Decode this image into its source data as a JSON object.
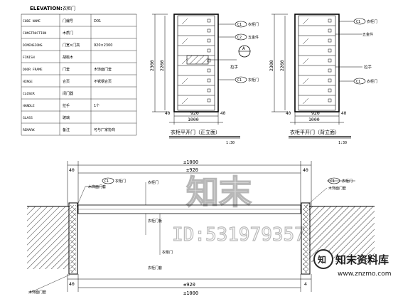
{
  "spec_table": {
    "title": "ELEVATION:",
    "title_note": "衣柜门",
    "rows": [
      {
        "label": "CODE NAME",
        "value": "门编号",
        "extra": "D01"
      },
      {
        "label": "CONSTRUCTION",
        "value": "木质门",
        "extra": ""
      },
      {
        "label": "DIMENSIONS",
        "value": "门宽×门高",
        "extra": "920×2300"
      },
      {
        "label": "FINISH",
        "value": "胡桃木",
        "extra": ""
      },
      {
        "label": "DOOR FRAME",
        "value": "门套",
        "extra": "木饰面门套"
      },
      {
        "label": "HINGE",
        "value": "合页",
        "extra": "不锈钢合页"
      },
      {
        "label": "CLOSER",
        "value": "闭门器",
        "extra": ""
      },
      {
        "label": "HANDLE",
        "value": "拉手",
        "extra": "1个"
      },
      {
        "label": "GLASS",
        "value": "玻璃",
        "extra": ""
      },
      {
        "label": "REMARK",
        "value": "备注",
        "extra": "可与厂家协商"
      }
    ]
  },
  "elevation_left": {
    "height_outer": "2300",
    "height_inner": "2260",
    "width_inner": "920",
    "width_outer": "1000",
    "side_offset": "40",
    "tag_top": "C1",
    "tag_top_label": "衣柜门",
    "tag_mid": "C2",
    "tag_mid_label": "五金件",
    "section_marker": "A",
    "handle_label": "拉手",
    "tag_bottom": "C1",
    "tag_bottom_label": "衣柜门",
    "caption": "衣柜平开门（正立面）",
    "scale": "1:30"
  },
  "elevation_right": {
    "height_outer": "2300",
    "height_inner": "2260",
    "width_inner": "920",
    "width_outer": "1000",
    "side_offset": "40",
    "tag_top": "C1",
    "tag_top_label": "衣柜门",
    "tag_mid_label": "五金件",
    "handle_label": "拉手",
    "tag_bottom": "C1",
    "tag_bottom_label": "衣柜门",
    "caption": "衣柜平开门（背立面）",
    "scale": "1:30"
  },
  "plan_section": {
    "dim_top_total": "±1000",
    "dim_top_inner": "±920",
    "dim_left": "40",
    "dim_right": "40",
    "dim_bottom_total": "±1000",
    "dim_bottom_inner": "±920",
    "dim_bottom_left": "40",
    "dim_bottom_right": "4",
    "tag_left": "C1",
    "tag_left_label": "衣柜门",
    "tag_right": "C1",
    "tag_right_label": "衣柜门",
    "label_left_top": "木饰面门套",
    "label_right_top": "木饰面门套",
    "label_center_top": "衣柜门",
    "label_center_mid": "衣柜门板",
    "label_center_low": "衣柜门",
    "label_center_bottom": "衣柜门套",
    "label_left_bottom": "木饰面门套"
  },
  "watermark": {
    "logo_text": "知末",
    "id_text": "ID:531979357",
    "brand": "知末资料库",
    "url": "www.znzmo.com"
  }
}
